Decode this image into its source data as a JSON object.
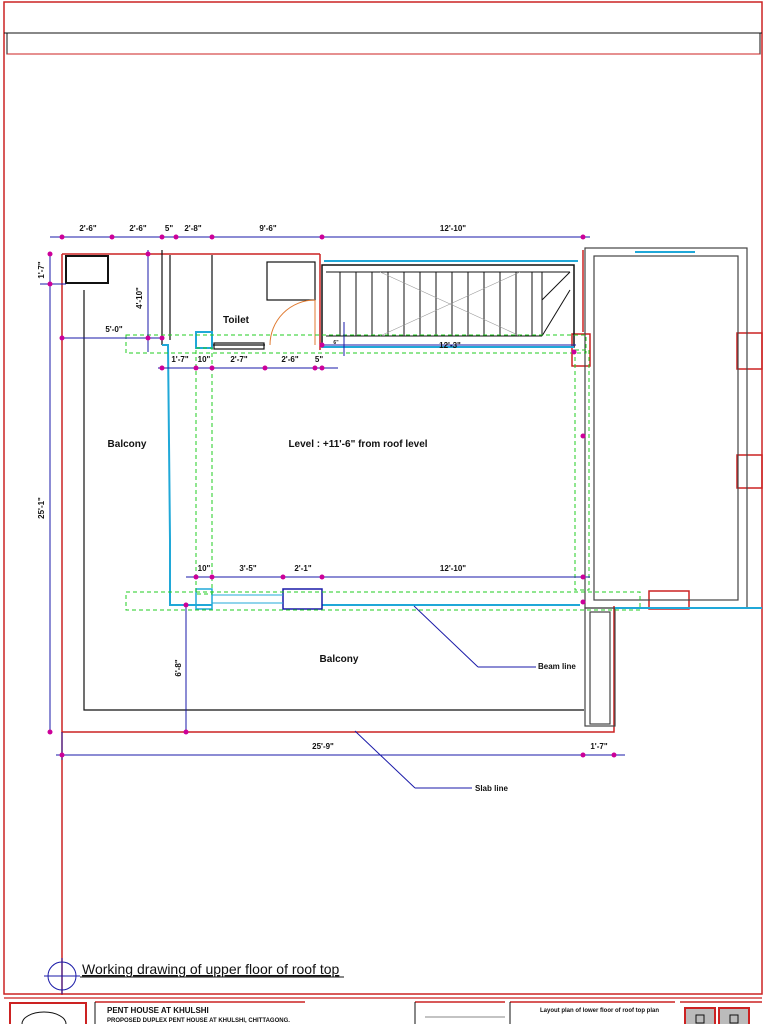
{
  "sheet": {
    "caption": "Working drawing of upper floor of roof top"
  },
  "rooms": {
    "toilet": "Toilet",
    "balcony_left": "Balcony",
    "level_note": "Level : +11'-6\" from roof level",
    "balcony_bottom": "Balcony"
  },
  "callouts": {
    "beam": "Beam line",
    "slab": "Slab line"
  },
  "dimensions": {
    "top": [
      "2'-6\"",
      "2'-6\"",
      "5\"",
      "2'-8\"",
      "9'-6\"",
      "12'-10\""
    ],
    "left_top": "1'-7\"",
    "toilet_depth": "4'-10\"",
    "toilet_offset": "5'-0\"",
    "stair_width": "12'-3\"",
    "stair_step": "6\"",
    "row2": [
      "1'-7\"",
      "10\"",
      "2'-7\"",
      "2'-6\"",
      "5\""
    ],
    "left_total": "25'-1\"",
    "row3": [
      "10\"",
      "3'-5\"",
      "2'-1\"",
      "12'-10\""
    ],
    "balcony_depth": "6'-8\"",
    "bottom_total": "25'-9\"",
    "bottom_right": "1'-7\""
  },
  "title_block": {
    "project": "PENT HOUSE AT KHULSHI",
    "subtitle": "PROPOSED DUPLEX PENT HOUSE AT KHULSHI, CHITTAGONG.",
    "drawing_title": "Layout plan of lower floor of roof top plan"
  },
  "colors": {
    "border": "#cc2222",
    "dimension": "#1a1aa8",
    "cyan": "#20a8d8",
    "green": "#22cc22",
    "marker": "#cc0099"
  }
}
